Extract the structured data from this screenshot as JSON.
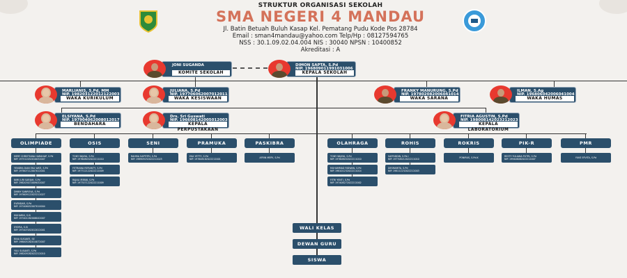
{
  "header": {
    "subtitle": "STRUKTUR ORGANISASI SEKOLAH",
    "school": "SMA NEGERI 4 MANDAU",
    "address": "Jl. Batin Betuah Buluh Kasap Kel. Pematang Pudu Kode Pos 28784",
    "contact": "Email : sman4mandau@yahoo.com    Telp/Hp : 08127594765",
    "ids": "NSS : 30.1.09.02.04.004  NIS : 30040 NPSN : 10400852",
    "accreditation": "Akreditasi : A"
  },
  "colors": {
    "box": "#2b4f6b",
    "title": "#d4725a",
    "photo_bg": "#e8392f"
  },
  "people": {
    "komite": {
      "name": "JONI SUGANDA",
      "role": "KOMITE SEKOLAH"
    },
    "kepala": {
      "name": "DIMON SAPTA, S.Pd",
      "nip": "NIP. 196809011991031006",
      "role": "KEPALA SEKOLAH"
    },
    "kurikulum": {
      "name": "MARLIANIS, S.Pd, MM",
      "nip": "NIP. 198203122012122003",
      "role": "WAKA KURIKULUM"
    },
    "kesiswaan": {
      "name": "JULIANA, S.Pd",
      "nip": "NIP. 197706062007012011",
      "role": "WAKA KESISWAAN"
    },
    "sarana": {
      "name": "FRANKY MANURUNG, S.Pd",
      "nip": "NIP. 197802082006041014",
      "role": "WAKA SARANA"
    },
    "humas": {
      "name": "ILMAN, S.Ag",
      "nip": "NIP. 196806042006041004",
      "role": "WAKA HUMAS"
    },
    "bendahara": {
      "name": "ELSIYANA, S.Pd",
      "nip": "NIP. 197904062008012017",
      "role": "BENDAHARA"
    },
    "perpustakaan": {
      "name": "Drs. Sri Guswati",
      "nip": "NIP. 196608142005012003",
      "role": "KEPALA PERPUSTAKAAN"
    },
    "laboratorium": {
      "name": "FITRIA AGUSTIN, S.Pd",
      "nip": "NIP. 198008142023212023",
      "role": "KEPALA LABORATORIUM"
    }
  },
  "extracurricular": [
    {
      "title": "OLIMPIADE",
      "members": [
        [
          "MERY CHRISTIANA HARAHAP, S.Pd",
          "NIP. 197512052010032007"
        ],
        [
          "YENDRA DIAN EKA WATI, S.Pd",
          "NIP. 197807112007012001"
        ],
        [
          "NIMI JURI SARIAH, S.Pd",
          "NIP. 198203072009032007"
        ],
        [
          "DINNY SANROVA, S.Pd",
          "NIP. 197609122023212027"
        ],
        [
          "EVENDAR, S.Pd",
          "NIP. 197406052007010004"
        ],
        [
          "MUHARNI, S.Si",
          "NIP. 197401262006042007"
        ],
        [
          "SYOFIA, S.Si",
          "NIP. 197407052012012001"
        ],
        [
          "RINA SUSANTI, SE",
          "NIP. 198005282014072007"
        ],
        [
          "YULI SUSANTI, S.Pd",
          "NIP. 198209282022212010"
        ]
      ]
    },
    {
      "title": "OSIS",
      "members": [
        [
          "TONY WIJAYA, S.Pd",
          "NIP. 197608032022211010"
        ],
        [
          "FETRIANA REFIANTY, S.Pd",
          "NIP. 197712122022212009"
        ],
        [
          "RAJALI IRFANI, S.Pd",
          "NIP. 197707122022211009"
        ]
      ]
    },
    {
      "title": "SENI",
      "members": [
        [
          "RAHMA SAPTITRI, S.Pd",
          "NIP. 198909252022212025"
        ]
      ]
    },
    {
      "title": "PRAMUKA",
      "members": [
        [
          "EKA YETTY, S.Pd",
          "NIP. 197608182022212001"
        ]
      ]
    },
    {
      "title": "PASKIBRA",
      "members": [
        [
          "AFRIN MERY, S.Pd"
        ]
      ]
    },
    {
      "title": "OLAHRAGA",
      "members": [
        [
          "TONY WIJAYA, S.Pd",
          "NIP. 197608032022211010"
        ],
        [
          "MUHAMMAD RIDWAN, S.Pd",
          "NIP. 198101232022211014"
        ],
        [
          "FITRI YENTI, S.Pd",
          "NIP. 197408272022212002"
        ]
      ]
    },
    {
      "title": "ROHIS",
      "members": [
        [
          "SAFRIDDIN, S.Pd.I",
          "NIP. 197708212022211010"
        ],
        [
          "DESMARITA, S.Pd",
          "NIP. 198112232022212003"
        ]
      ]
    },
    {
      "title": "ROKRIS",
      "members": [
        [
          "PONIRUS, S.Pd.K"
        ]
      ]
    },
    {
      "title": "PIK-R",
      "members": [
        [
          "RESTY YULIANA PUTRI, S.Pd",
          "NIP. 199406082022212007"
        ]
      ]
    },
    {
      "title": "PMR",
      "members": [
        [
          "YUKE EFVITA, S.Pd"
        ]
      ]
    }
  ],
  "bottom": [
    "WALI KELAS",
    "DEWAN GURU",
    "SISWA"
  ]
}
